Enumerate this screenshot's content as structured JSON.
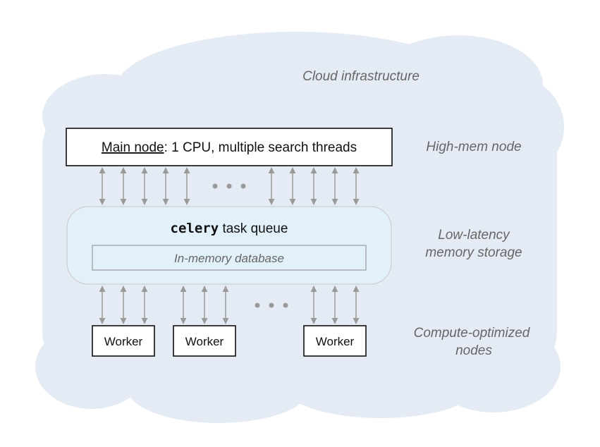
{
  "labels": {
    "cloud": "Cloud infrastructure",
    "high_mem": "High-mem node",
    "low_latency_line1": "Low-latency",
    "low_latency_line2": "memory storage",
    "compute_line1": "Compute-optimized",
    "compute_line2": "nodes"
  },
  "main_node": {
    "name": "Main node",
    "detail": ": 1 CPU, multiple search threads"
  },
  "queue": {
    "code": "celery",
    "text": " task queue",
    "database": "In-memory database"
  },
  "workers": [
    "Worker",
    "Worker",
    "Worker"
  ],
  "colors": {
    "cloud": "#e4ebf4",
    "queue_fill": "#e2f0f9",
    "arrow": "#9a9a9a",
    "box_border": "#000000",
    "label_text": "#666666"
  }
}
